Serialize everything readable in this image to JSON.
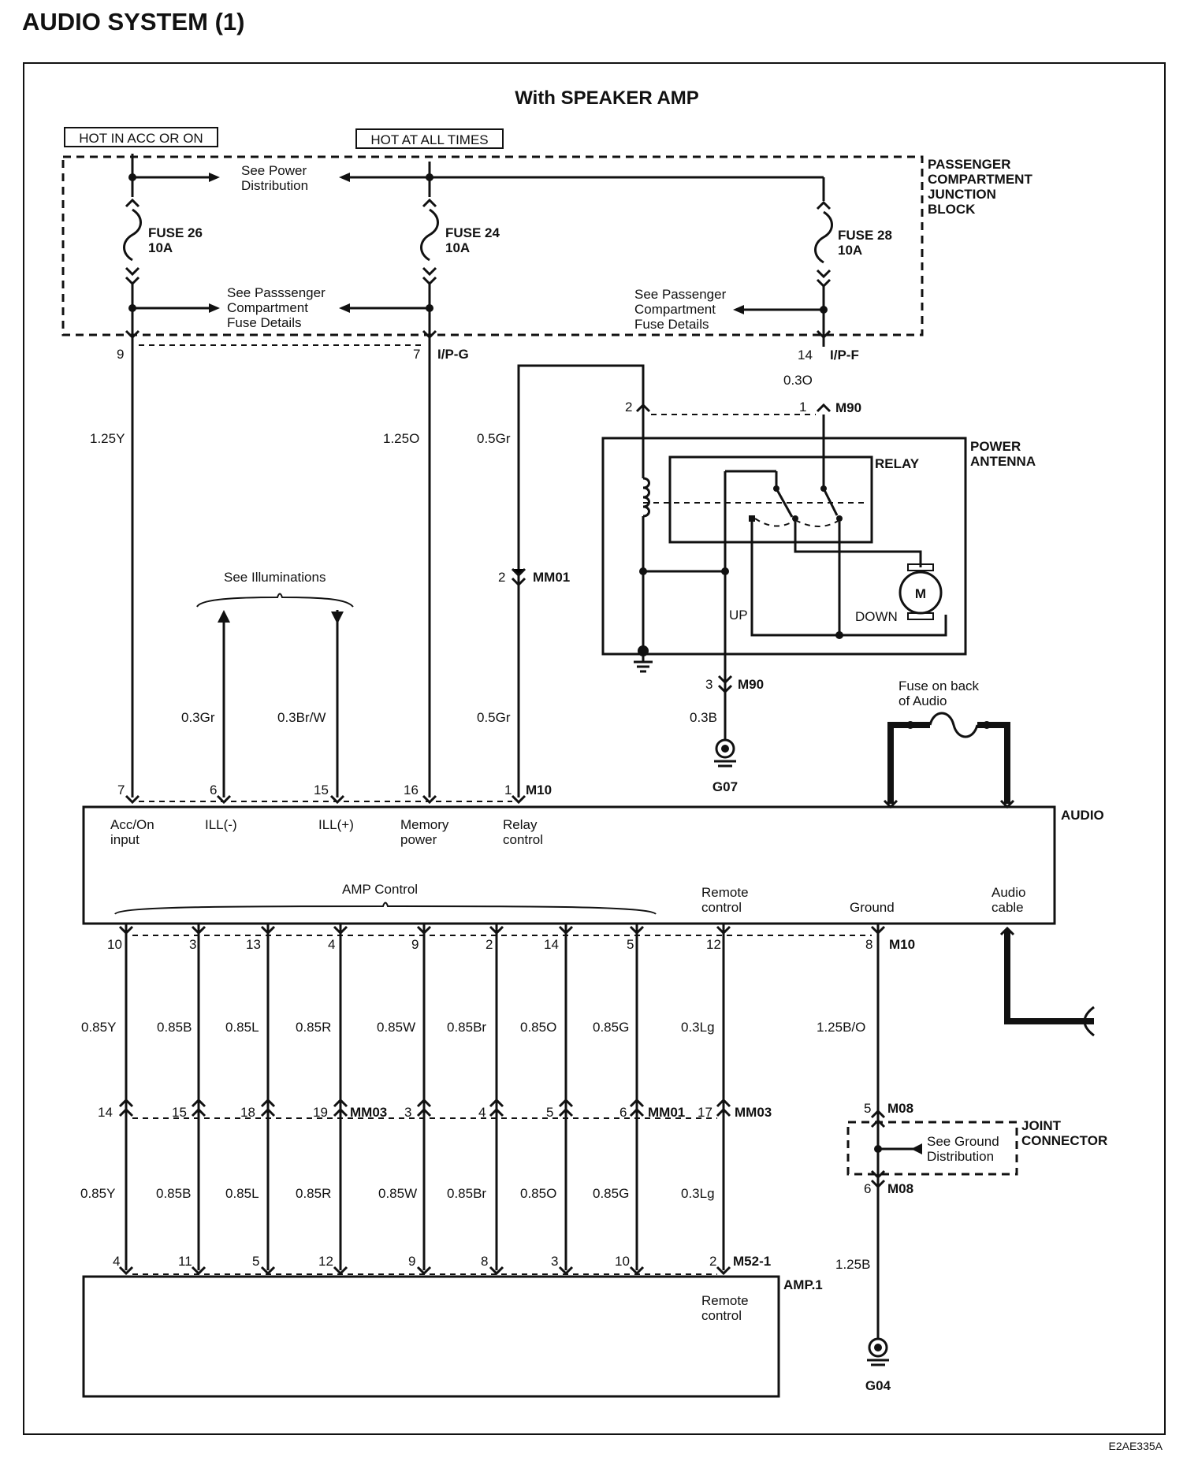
{
  "title": "AUDIO SYSTEM (1)",
  "subtitle": "With SPEAKER AMP",
  "figure_code": "E2AE335A",
  "supply": {
    "acc": "HOT IN ACC OR ON",
    "always": "HOT AT ALL TIMES"
  },
  "junction_block": {
    "l1": "PASSENGER",
    "l2": "COMPARTMENT",
    "l3": "JUNCTION",
    "l4": "BLOCK"
  },
  "fuses": [
    {
      "name": "FUSE 26",
      "rating": "10A"
    },
    {
      "name": "FUSE 24",
      "rating": "10A"
    },
    {
      "name": "FUSE 28",
      "rating": "10A"
    }
  ],
  "refs": {
    "power1": "See Power",
    "power2": "Distribution",
    "fuse1": "See Passsenger",
    "fuse1b": "See Passenger",
    "fuse2": "Compartment",
    "fuse3": "Fuse Details",
    "illum": "See Illuminations",
    "ground1": "See Ground",
    "ground2": "Distribution",
    "fuse_back1": "Fuse on back",
    "fuse_back2": "of Audio"
  },
  "connectors": {
    "ipg": "I/P-G",
    "ipf": "I/P-F",
    "m90": "M90",
    "mm01": "MM01",
    "m10": "M10",
    "mm03": "MM03",
    "m08": "M08",
    "m52": "M52-1"
  },
  "pins": {
    "jb": [
      "9",
      "7",
      "14"
    ],
    "m90": [
      "2",
      "1",
      "3"
    ],
    "mm01_top": "2",
    "audio_top": [
      "7",
      "6",
      "15",
      "16",
      "1"
    ],
    "audio_bottom": [
      "10",
      "3",
      "13",
      "4",
      "9",
      "2",
      "14",
      "5",
      "12",
      "8"
    ],
    "mid": [
      "14",
      "15",
      "18",
      "19",
      "3",
      "4",
      "5",
      "6",
      "17"
    ],
    "joint": [
      "5",
      "6"
    ],
    "amp": [
      "4",
      "11",
      "5",
      "12",
      "9",
      "8",
      "3",
      "10",
      "2"
    ]
  },
  "wires": {
    "top": [
      "1.25Y",
      "1.25O",
      "0.5Gr",
      "0.3O"
    ],
    "mid": [
      "0.3Gr",
      "0.3Br/W",
      "0.5Gr",
      "0.3B"
    ],
    "amp_upper": [
      "0.85Y",
      "0.85B",
      "0.85L",
      "0.85R",
      "0.85W",
      "0.85Br",
      "0.85O",
      "0.85G",
      "0.3Lg",
      "1.25B/O"
    ],
    "amp_lower": [
      "0.85Y",
      "0.85B",
      "0.85L",
      "0.85R",
      "0.85W",
      "0.85Br",
      "0.85O",
      "0.85G",
      "0.3Lg"
    ],
    "ground": "1.25B"
  },
  "power_antenna": {
    "l1": "POWER",
    "l2": "ANTENNA",
    "relay": "RELAY",
    "up": "UP",
    "down": "DOWN",
    "motor": "M"
  },
  "grounds": {
    "g07": "G07",
    "g04": "G04"
  },
  "audio": {
    "name": "AUDIO",
    "acc1": "Acc/On",
    "acc2": "input",
    "ill_neg": "ILL(-)",
    "ill_pos": "ILL(+)",
    "mem1": "Memory",
    "mem2": "power",
    "relay1": "Relay",
    "relay2": "control",
    "amp_control": "AMP Control",
    "remote1": "Remote",
    "remote2": "control",
    "ground": "Ground",
    "cable1": "Audio",
    "cable2": "cable"
  },
  "joint_connector": {
    "l1": "JOINT",
    "l2": "CONNECTOR"
  },
  "amp": {
    "name": "AMP.1",
    "remote1": "Remote",
    "remote2": "control"
  }
}
